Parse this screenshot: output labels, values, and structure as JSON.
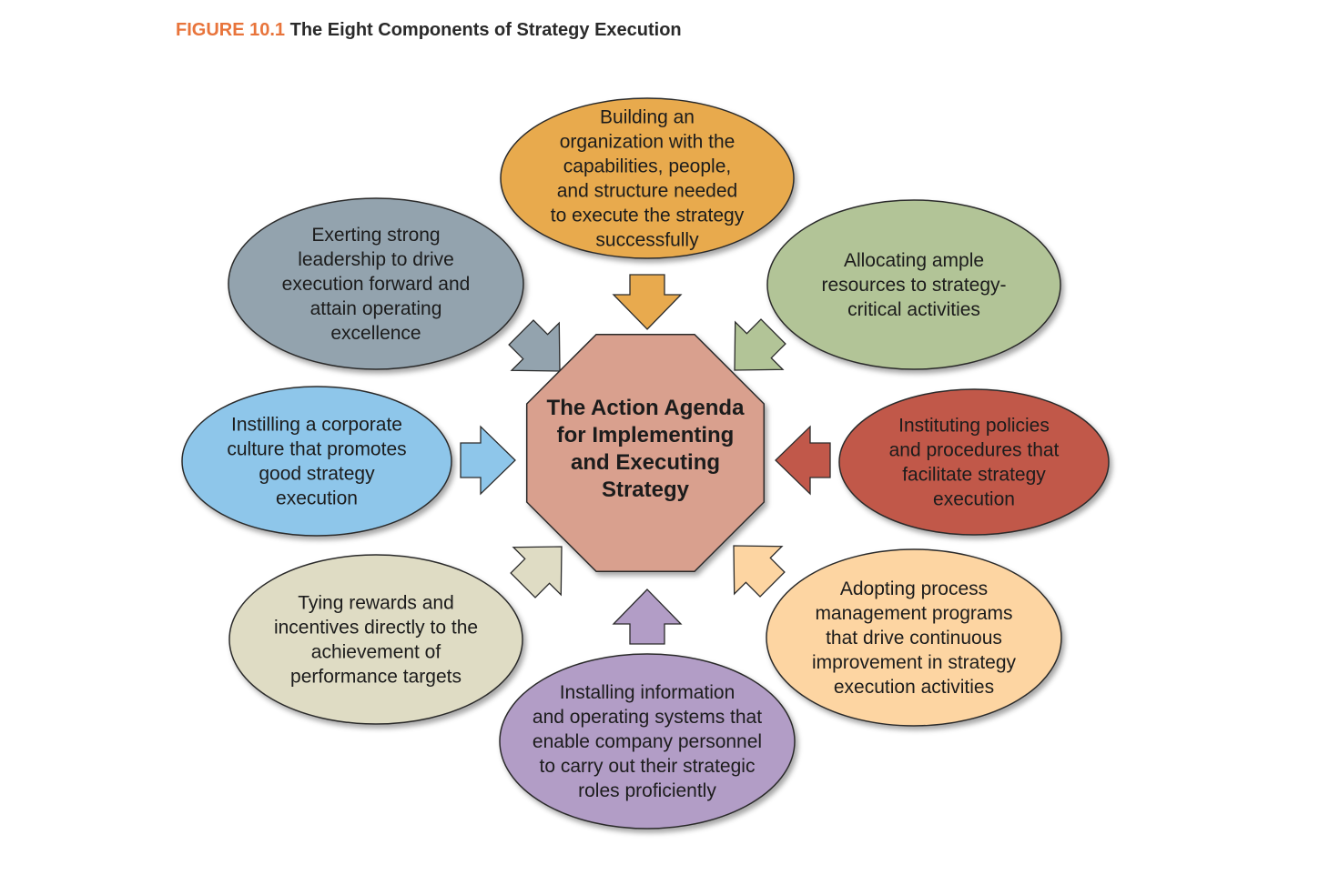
{
  "figure": {
    "label": "FIGURE 10.1",
    "title": "The Eight Components of Strategy Execution"
  },
  "center": {
    "lines": [
      "The Action Agenda",
      "for Implementing",
      "and Executing",
      "Strategy"
    ],
    "color": "#d9a08e"
  },
  "components": [
    {
      "id": "organization",
      "color": "#e8aa4e",
      "lines": [
        "Building an",
        "organization with the",
        "capabilities, people,",
        "and structure needed",
        "to execute the strategy",
        "successfully"
      ]
    },
    {
      "id": "resources",
      "color": "#b2c497",
      "lines": [
        "Allocating ample",
        "resources to strategy-",
        "critical activities"
      ]
    },
    {
      "id": "policies",
      "color": "#c1584a",
      "lines": [
        "Instituting policies",
        "and procedures that",
        "facilitate strategy",
        "execution"
      ]
    },
    {
      "id": "process",
      "color": "#fdd5a2",
      "lines": [
        "Adopting process",
        "management programs",
        "that drive continuous",
        "improvement in strategy",
        "execution activities"
      ]
    },
    {
      "id": "information",
      "color": "#b29dc6",
      "lines": [
        "Installing information",
        "and operating systems that",
        "enable company personnel",
        "to carry out their strategic",
        "roles proficiently"
      ]
    },
    {
      "id": "rewards",
      "color": "#dfdcc4",
      "lines": [
        "Tying rewards and",
        "incentives directly to the",
        "achievement of",
        "performance targets"
      ]
    },
    {
      "id": "culture",
      "color": "#8ec6ea",
      "lines": [
        "Instilling a corporate",
        "culture that promotes",
        "good strategy",
        "execution"
      ]
    },
    {
      "id": "leadership",
      "color": "#93a3ae",
      "lines": [
        "Exerting strong",
        "leadership to drive",
        "execution forward and",
        "attain operating",
        "excellence"
      ]
    }
  ]
}
